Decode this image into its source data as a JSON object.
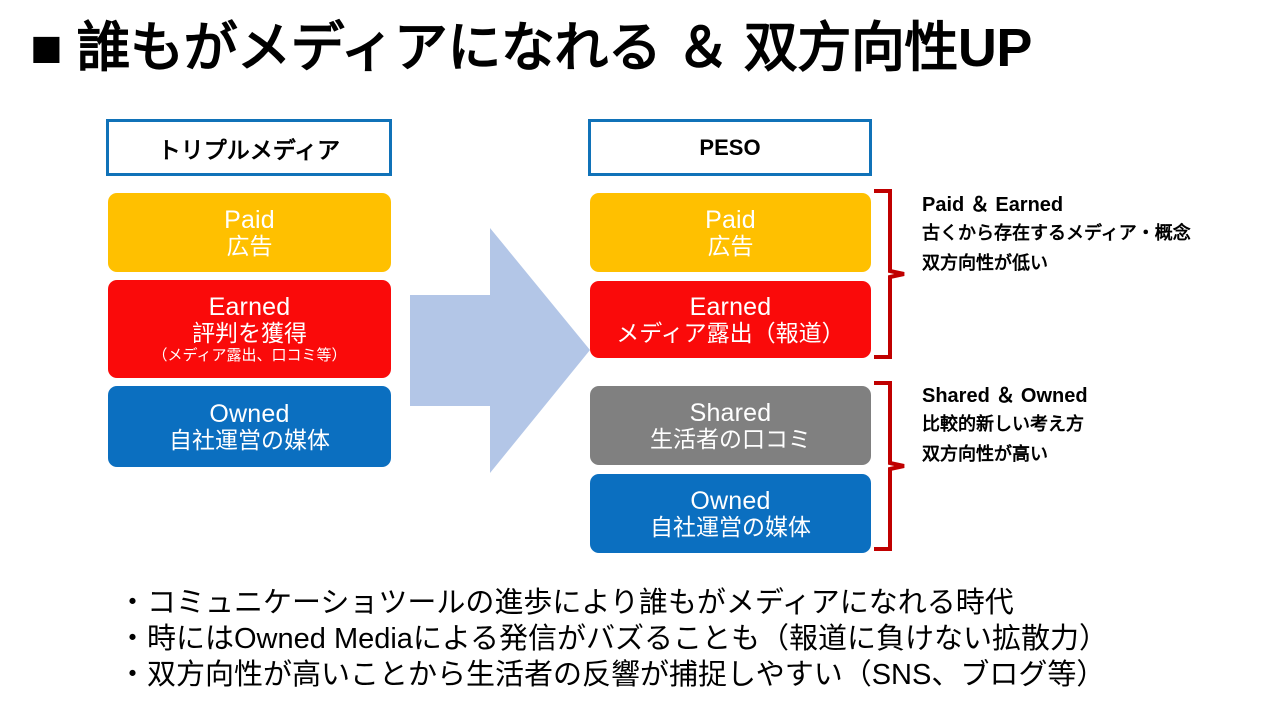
{
  "slide": {
    "title": "■ 誰もがメディアになれる ＆ 双方向性UP"
  },
  "left_column": {
    "header": "トリプルメディア",
    "boxes": [
      {
        "en": "Paid",
        "jp": "広告",
        "sub": "",
        "color": "#FFC000"
      },
      {
        "en": "Earned",
        "jp": "評判を獲得",
        "sub": "（メディア露出、口コミ等）",
        "color": "#FA0A0A"
      },
      {
        "en": "Owned",
        "jp": "自社運営の媒体",
        "sub": "",
        "color": "#0B6FC0"
      }
    ]
  },
  "right_column": {
    "header": "PESO",
    "boxes": [
      {
        "en": "Paid",
        "jp": "広告",
        "sub": "",
        "color": "#FFC000"
      },
      {
        "en": "Earned",
        "jp": "メディア露出（報道）",
        "sub": "",
        "color": "#FA0A0A"
      },
      {
        "en": "Shared",
        "jp": "生活者の口コミ",
        "sub": "",
        "color": "#808080"
      },
      {
        "en": "Owned",
        "jp": "自社運営の媒体",
        "sub": "",
        "color": "#0B6FC0"
      }
    ]
  },
  "annotations": [
    {
      "title": "Paid ＆ Earned",
      "lines": [
        "古くから存在するメディア・概念",
        "双方向性が低い"
      ]
    },
    {
      "title": "Shared ＆ Owned",
      "lines": [
        "比較的新しい考え方",
        "双方向性が高い"
      ]
    }
  ],
  "bullets": [
    "・コミュニケーショツールの進歩により誰もがメディアになれる時代",
    "・時にはOwned Mediaによる発信がバズることも（報道に負けない拡散力）",
    "・双方向性が高いことから生活者の反響が捕捉しやすい（SNS、ブログ等）"
  ],
  "colors": {
    "paid": "#FFC000",
    "earned": "#FA0A0A",
    "shared": "#808080",
    "owned": "#0B6FC0",
    "header_border": "#1072B8",
    "arrow": "#B3C6E7",
    "bracket": "#C00000"
  }
}
